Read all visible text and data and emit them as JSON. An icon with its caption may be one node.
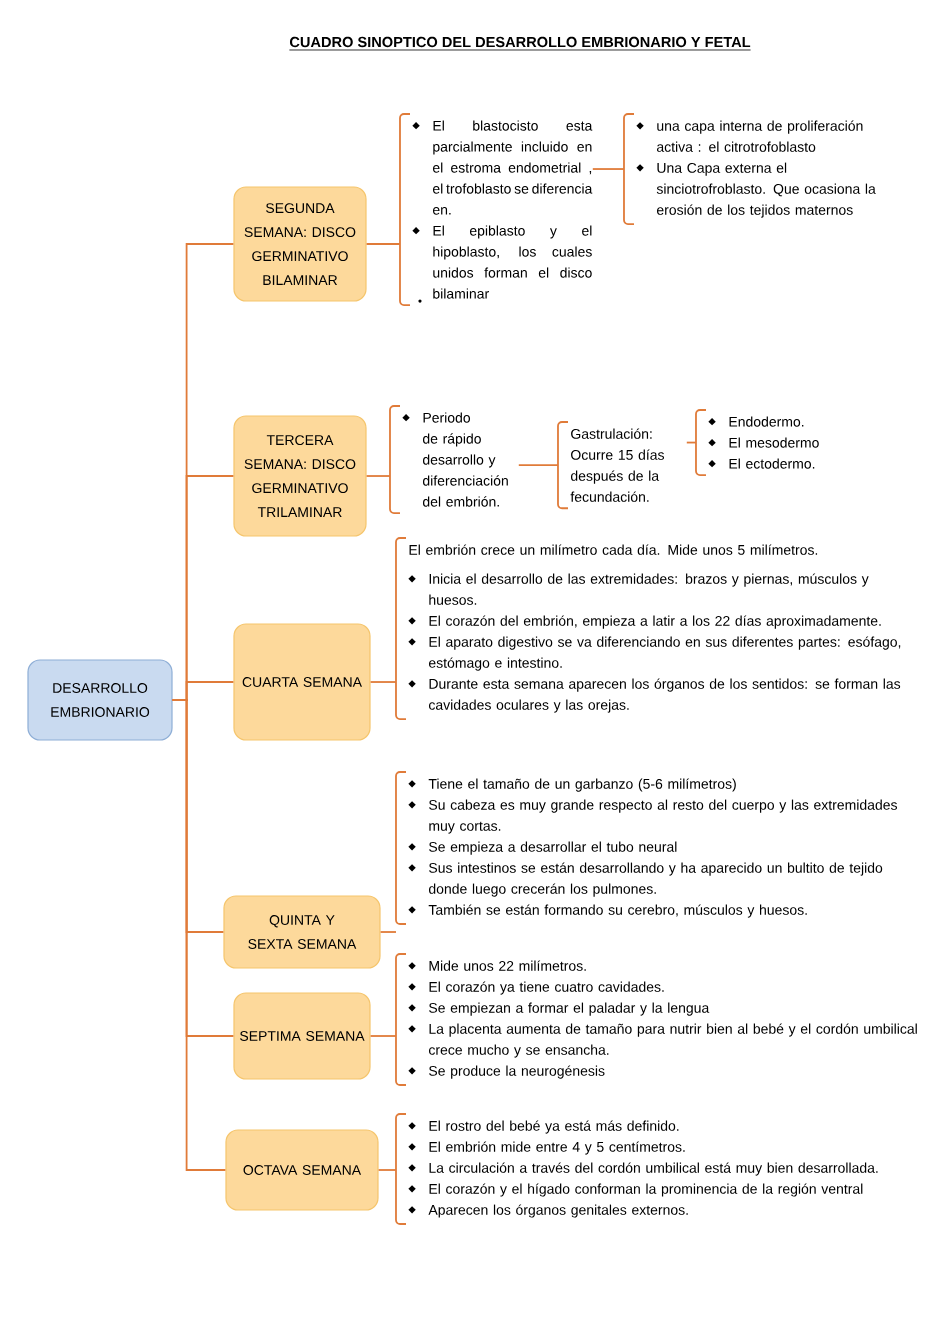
{
  "diagram": {
    "title": "CUADRO SINOPTICO DEL DESARROLLO EMBRIONARIO Y FETAL",
    "nodes": [
      {
        "text": [
          "DESARROLLO EMBRIONARIO"
        ]
      },
      {
        "text": [
          "SEGUNDA SEMANA: DISCO GERMINATIVO BILAMINAR"
        ]
      },
      {
        "text": [
          "El blastocisto esta parcialmente incluido en el estroma endometrial , el trofoblasto se diferencia en.",
          "El epiblasto y el hipoblasto, los cuales unidos forman el disco bilaminar"
        ]
      },
      {
        "text": [
          "una capa interna de proliferación activa : el citrotrofoblasto",
          "Una Capa externa el sinciotrofroblasto. Que ocasiona la erosión de los tejidos maternos"
        ]
      },
      {
        "text": [
          "TERCERA SEMANA: DISCO GERMINATIVO TRILAMINAR"
        ]
      },
      {
        "text": [
          "Periodo de rápido desarrollo y diferenciación del embrión."
        ]
      },
      {
        "text": [
          "Gastrulación: Ocurre 15 días después de la fecundación."
        ]
      },
      {
        "text": [
          "Endodermo.",
          "El mesodermo",
          "El ectodermo."
        ]
      },
      {
        "text": [
          "CUARTA SEMANA"
        ]
      },
      {
        "text": [
          "El embrión crece un milímetro cada día. Mide unos 5 milímetros.",
          "Inicia el desarrollo de las extremidades: brazos y piernas, músculos y huesos.",
          "El corazón del embrión, empieza a latir a los 22 días aproximadamente.",
          "El aparato digestivo se va diferenciando en sus diferentes partes: esófago, estómago e intestino.",
          "Durante esta semana aparecen los órganos de los sentidos: se forman las cavidades oculares y las orejas."
        ]
      },
      {
        "text": [
          "QUINTA Y SEXTA SEMANA"
        ]
      },
      {
        "text": [
          "Tiene el tamaño de un garbanzo (5-6 milímetros)",
          "Su cabeza es muy grande respecto al resto del cuerpo y las extremidades muy cortas.",
          "Se empieza a desarrollar el tubo neural",
          "Sus intestinos se están desarrollando y ha aparecido un bultito de tejido donde luego crecerán los pulmones.",
          "También se están formando su cerebro, músculos y huesos."
        ]
      },
      {
        "text": [
          "SEPTIMA SEMANA"
        ]
      },
      {
        "text": [
          "Mide unos 22 milímetros.",
          "El corazón ya tiene cuatro cavidades.",
          "Se empiezan a formar el paladar y la lengua",
          "La placenta aumenta de tamaño para nutrir bien al bebé y el cordón umbilical crece mucho y se ensancha.",
          "Se produce la neurogénesis"
        ]
      },
      {
        "text": [
          "OCTAVA SEMANA"
        ]
      },
      {
        "text": [
          "El rostro del bebé ya está más definido.",
          "El embrión mide entre 4 y 5 centímetros.",
          "La circulación a través del cordón umbilical está muy bien desarrollada.",
          "El corazón y el hígado conforman la prominencia de la región ventral",
          "Aparecen los órganos genitales externos."
        ]
      }
    ],
    "edges": [
      {
        "from": 0,
        "to": 1,
        "arrow": "none"
      },
      {
        "from": 0,
        "to": 4,
        "arrow": "none"
      },
      {
        "from": 0,
        "to": 8,
        "arrow": "none"
      },
      {
        "from": 0,
        "to": 10,
        "arrow": "none"
      },
      {
        "from": 0,
        "to": 12,
        "arrow": "none"
      },
      {
        "from": 0,
        "to": 14,
        "arrow": "none"
      },
      {
        "from": 1,
        "to": 2,
        "arrow": "none"
      },
      {
        "from": 2,
        "to": 3,
        "arrow": "none"
      },
      {
        "from": 4,
        "to": 5,
        "arrow": "none"
      },
      {
        "from": 5,
        "to": 6,
        "arrow": "none"
      },
      {
        "from": 6,
        "to": 7,
        "arrow": "none"
      },
      {
        "from": 8,
        "to": 9,
        "arrow": "none"
      },
      {
        "from": 10,
        "to": 11,
        "arrow": "none"
      },
      {
        "from": 12,
        "to": 13,
        "arrow": "none"
      },
      {
        "from": 14,
        "to": 15,
        "arrow": "none"
      }
    ]
  }
}
